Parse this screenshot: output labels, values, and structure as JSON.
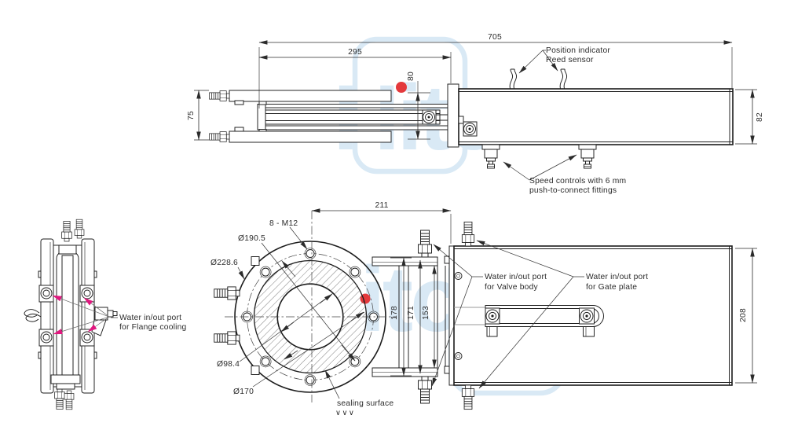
{
  "colors": {
    "line": "#1c1c1c",
    "dimension": "#2b2b2b",
    "highlight_arrow_pink": "#e0187f",
    "watermark_blue": "#d9e9f5",
    "watermark_dot_red": "#e4393c"
  },
  "side_view": {
    "dim_overall": "705",
    "dim_extended": "295",
    "dim_port_spacing": "80",
    "dim_rod_spacing": "75",
    "dim_body_height": "82",
    "position_indicator_1": "Position indicator",
    "position_indicator_2": "Reed sensor",
    "speed_controls_1": "Speed controls with 6 mm",
    "speed_controls_2": "push-to-connect fittings"
  },
  "front_view": {
    "dim_center_to_body": "211",
    "dim_flange_outer": "178",
    "dim_flange_inner": "171",
    "dim_neck": "153",
    "dim_body_height": "208",
    "bolt_pattern": "8 - M12",
    "bolt_circle_dia": "Ø190.5",
    "flange_od": "Ø228.6",
    "bore_dia": "Ø98.4",
    "seal_dia": "Ø170",
    "sealing_surface": "sealing surface",
    "finish_marks": "∨∨∨",
    "valve_body_port_1": "Water in/out port",
    "valve_body_port_2": "for Valve body",
    "gate_plate_port_1": "Water in/out port",
    "gate_plate_port_2": "for Gate plate"
  },
  "left_view": {
    "flange_cooling_1": "Water in/out port",
    "flange_cooling_2": "for Flange cooling"
  },
  "watermark": {
    "top_text": "Hitc",
    "bottom_text": "itc"
  }
}
